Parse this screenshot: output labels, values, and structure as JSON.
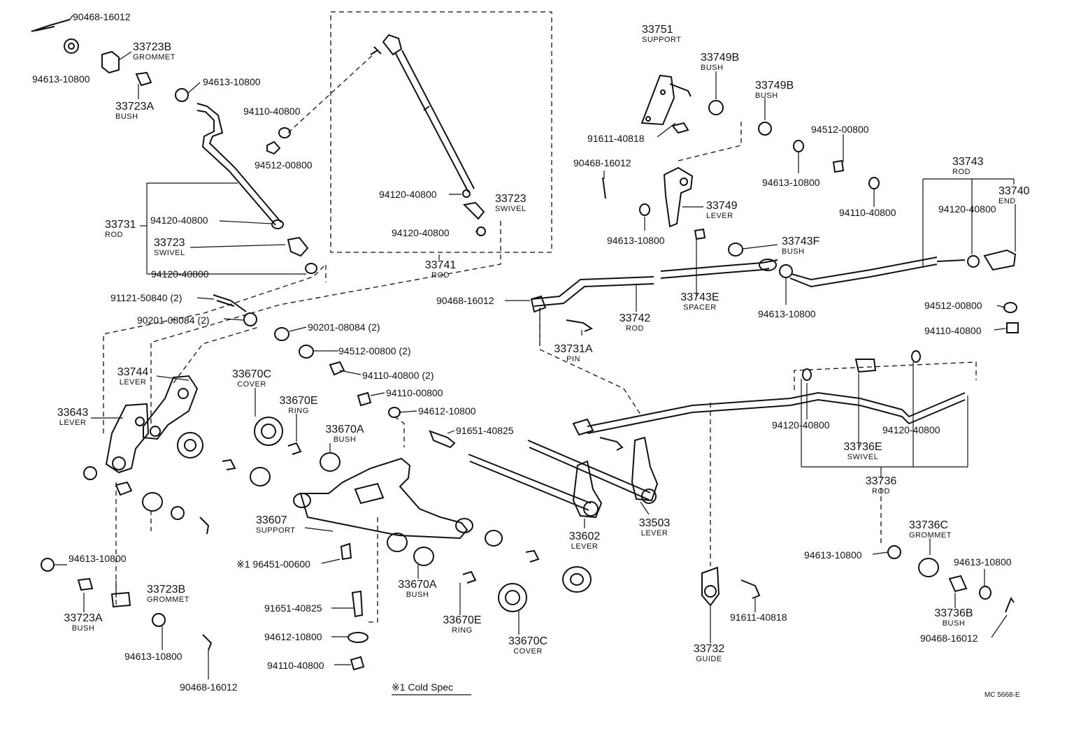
{
  "labels": {
    "p90468_16012_tl": "90468-16012",
    "p94613_10800_tl": "94613-10800",
    "p33723B_tl": "33723B",
    "p33723B_tl_d": "GROMMET",
    "p33723A_tl": "33723A",
    "p33723A_tl_d": "BUSH",
    "p94613_10800_t2": "94613-10800",
    "p94110_40800_a": "94110-40800",
    "p94512_00800_a": "94512-00800",
    "p33731": "33731",
    "p33731_d": "ROD",
    "p94120_40800_a": "94120-40800",
    "p33723_swivel_l": "33723",
    "p33723_swivel_l_d": "SWIVEL",
    "p94120_40800_b": "94120-40800",
    "p91121_50840": "91121-50840 (2)",
    "p90201_08084_a": "90201-08084 (2)",
    "p90201_08084_b": "90201-08084 (2)",
    "p94512_00800_2": "94512-00800 (2)",
    "p94110_40800_2": "94110-40800 (2)",
    "p94110_00800": "94110-00800",
    "p94612_10800_a": "94612-10800",
    "p91651_40825_a": "91651-40825",
    "p94120_40800_c": "94120-40800",
    "p33723_swivel_c": "33723",
    "p33723_swivel_c_d": "SWIVEL",
    "p94120_40800_d": "94120-40800",
    "p33741": "33741",
    "p33741_d": "ROD",
    "p33744": "33744",
    "p33744_d": "LEVER",
    "p33643": "33643",
    "p33643_d": "LEVER",
    "p33670C_a": "33670C",
    "p33670C_a_d": "COVER",
    "p33670E_a": "33670E",
    "p33670E_a_d": "RING",
    "p33670A_a": "33670A",
    "p33670A_a_d": "BUSH",
    "p33607": "33607",
    "p33607_d": "SUPPORT",
    "p96451": "※1 96451-00600",
    "p33670A_b": "33670A",
    "p33670A_b_d": "BUSH",
    "p91651_40825_b": "91651-40825",
    "p33670E_b": "33670E",
    "p33670E_b_d": "RING",
    "p94612_10800_b": "94612-10800",
    "p94110_40800_c": "94110-40800",
    "p33670C_b": "33670C",
    "p33670C_b_d": "COVER",
    "p94613_10800_bl": "94613-10800",
    "p33723B_bl": "33723B",
    "p33723B_bl_d": "GROMMET",
    "p33723A_bl": "33723A",
    "p33723A_bl_d": "BUSH",
    "p94613_10800_bl2": "94613-10800",
    "p90468_16012_bl": "90468-16012",
    "p33751": "33751",
    "p33751_d": "SUPPORT",
    "p33749B_a": "33749B",
    "p33749B_a_d": "BUSH",
    "p33749B_b": "33749B",
    "p33749B_b_d": "BUSH",
    "p91611_40818_a": "91611-40818",
    "p94512_00800_b": "94512-00800",
    "p90468_16012_m": "90468-16012",
    "p94613_10800_m": "94613-10800",
    "p33749": "33749",
    "p33749_d": "LEVER",
    "p94613_10800_m2": "94613-10800",
    "p33743F": "33743F",
    "p33743F_d": "BUSH",
    "p33743": "33743",
    "p33743_d": "ROD",
    "p33740": "33740",
    "p33740_d": "END",
    "p94120_40800_e": "94120-40800",
    "p94110_40800_d": "94110-40800",
    "p90468_16012_r": "90468-16012",
    "p33742": "33742",
    "p33742_d": "ROD",
    "p33743E": "33743E",
    "p33743E_d": "SPACER",
    "p94613_10800_r": "94613-10800",
    "p94512_00800_c": "94512-00800",
    "p94110_40800_e": "94110-40800",
    "p33731A": "33731A",
    "p33731A_d": "PIN",
    "p94120_40800_f": "94120-40800",
    "p33736E": "33736E",
    "p33736E_d": "SWIVEL",
    "p94120_40800_g": "94120-40800",
    "p33736": "33736",
    "p33736_d": "ROD",
    "p33503": "33503",
    "p33503_d": "LEVER",
    "p33602": "33602",
    "p33602_d": "LEVER",
    "p94613_10800_br": "94613-10800",
    "p33736C": "33736C",
    "p33736C_d": "GROMMET",
    "p94613_10800_br2": "94613-10800",
    "p33736B": "33736B",
    "p33736B_d": "BUSH",
    "p90468_16012_br": "90468-16012",
    "p91611_40818_b": "91611-40818",
    "p33732": "33732",
    "p33732_d": "GUIDE"
  },
  "footnote": "※1 Cold Spec",
  "drawing_code": "MC 5668-E"
}
